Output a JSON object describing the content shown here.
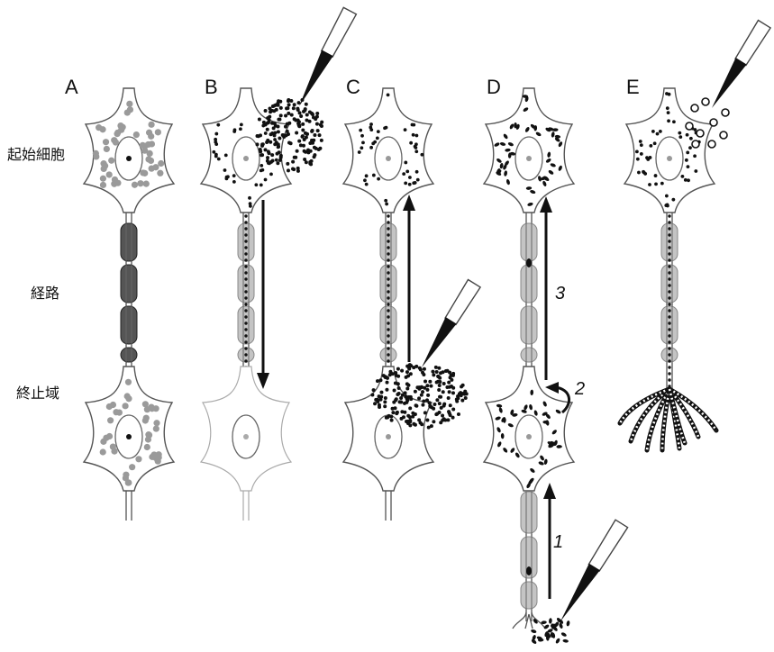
{
  "panels": [
    {
      "letter": "A"
    },
    {
      "letter": "B"
    },
    {
      "letter": "C"
    },
    {
      "letter": "D"
    },
    {
      "letter": "E"
    }
  ],
  "side_labels": {
    "origin_cell": "起始細胞",
    "pathway": "経路",
    "terminal_field": "終止域"
  },
  "steps": [
    "1",
    "2",
    "3"
  ],
  "colors": {
    "ink": "#111111",
    "gray_particle": "#9a9a9a",
    "myelin_dark": "#555555",
    "myelin_light": "#c4c4c4"
  }
}
